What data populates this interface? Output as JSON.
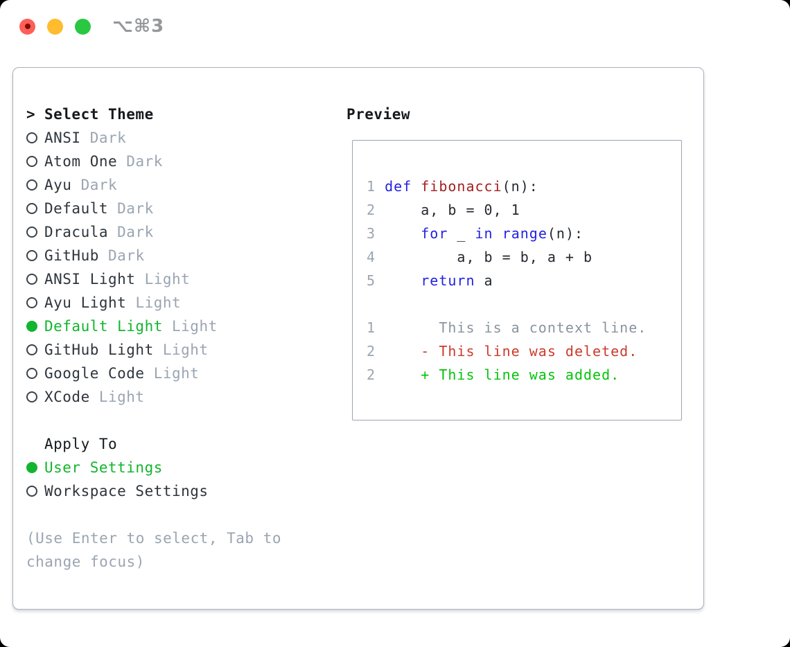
{
  "window": {
    "title": "⌥⌘3",
    "traffic_lights": [
      "close",
      "minimize",
      "zoom"
    ]
  },
  "theme_list": {
    "cursor": ">",
    "title": "Select Theme",
    "items": [
      {
        "name": "ANSI",
        "tag": "Dark",
        "selected": false
      },
      {
        "name": "Atom One",
        "tag": "Dark",
        "selected": false
      },
      {
        "name": "Ayu",
        "tag": "Dark",
        "selected": false
      },
      {
        "name": "Default",
        "tag": "Dark",
        "selected": false
      },
      {
        "name": "Dracula",
        "tag": "Dark",
        "selected": false
      },
      {
        "name": "GitHub",
        "tag": "Dark",
        "selected": false
      },
      {
        "name": "ANSI Light",
        "tag": "Light",
        "selected": false
      },
      {
        "name": "Ayu Light",
        "tag": "Light",
        "selected": false
      },
      {
        "name": "Default Light",
        "tag": "Light",
        "selected": true
      },
      {
        "name": "GitHub Light",
        "tag": "Light",
        "selected": false
      },
      {
        "name": "Google Code",
        "tag": "Light",
        "selected": false
      },
      {
        "name": "XCode",
        "tag": "Light",
        "selected": false
      }
    ]
  },
  "apply_to": {
    "title": "Apply To",
    "items": [
      {
        "name": "User Settings",
        "selected": true
      },
      {
        "name": "Workspace Settings",
        "selected": false
      }
    ]
  },
  "help": {
    "text": "(Use Enter to select, Tab to change focus)"
  },
  "preview": {
    "heading": "Preview",
    "lines": [
      {
        "tokens": [
          {
            "t": "1 ",
            "c": "ln"
          },
          {
            "t": "def ",
            "c": "kw"
          },
          {
            "t": "fibonacci",
            "c": "fn"
          },
          {
            "t": "(n):",
            "c": "tx"
          }
        ]
      },
      {
        "tokens": [
          {
            "t": "2 ",
            "c": "ln"
          },
          {
            "t": "    a, b = 0, 1",
            "c": "tx"
          }
        ]
      },
      {
        "tokens": [
          {
            "t": "3 ",
            "c": "ln"
          },
          {
            "t": "    ",
            "c": "tx"
          },
          {
            "t": "for",
            "c": "kw"
          },
          {
            "t": " _ ",
            "c": "tx"
          },
          {
            "t": "in",
            "c": "kw"
          },
          {
            "t": " ",
            "c": "tx"
          },
          {
            "t": "range",
            "c": "kw"
          },
          {
            "t": "(n):",
            "c": "tx"
          }
        ]
      },
      {
        "tokens": [
          {
            "t": "4 ",
            "c": "ln"
          },
          {
            "t": "        a, b = b, a + b",
            "c": "tx"
          }
        ]
      },
      {
        "tokens": [
          {
            "t": "5 ",
            "c": "ln"
          },
          {
            "t": "    ",
            "c": "tx"
          },
          {
            "t": "return",
            "c": "kw"
          },
          {
            "t": " a",
            "c": "tx"
          }
        ]
      },
      {
        "tokens": []
      },
      {
        "tokens": [
          {
            "t": "1 ",
            "c": "ln"
          },
          {
            "t": "      This is a context line.",
            "c": "ctx"
          }
        ]
      },
      {
        "tokens": [
          {
            "t": "2 ",
            "c": "ln"
          },
          {
            "t": "    - This line was deleted.",
            "c": "del"
          }
        ]
      },
      {
        "tokens": [
          {
            "t": "2 ",
            "c": "ln"
          },
          {
            "t": "    + This line was added.",
            "c": "add"
          }
        ]
      }
    ]
  },
  "colors": {
    "selection_green": "#12b52e",
    "keyword_blue": "#2222e2",
    "function_maroon": "#a32020",
    "diff_red": "#cc3a2a",
    "diff_green": "#05c30c",
    "muted_gray": "#9aa5b1",
    "context_gray": "#8a949e",
    "text_dark": "#24292f",
    "border_gray": "#a9b0ba",
    "traffic_red": "#ff5f57",
    "traffic_yellow": "#febc2e",
    "traffic_green": "#28c840"
  }
}
